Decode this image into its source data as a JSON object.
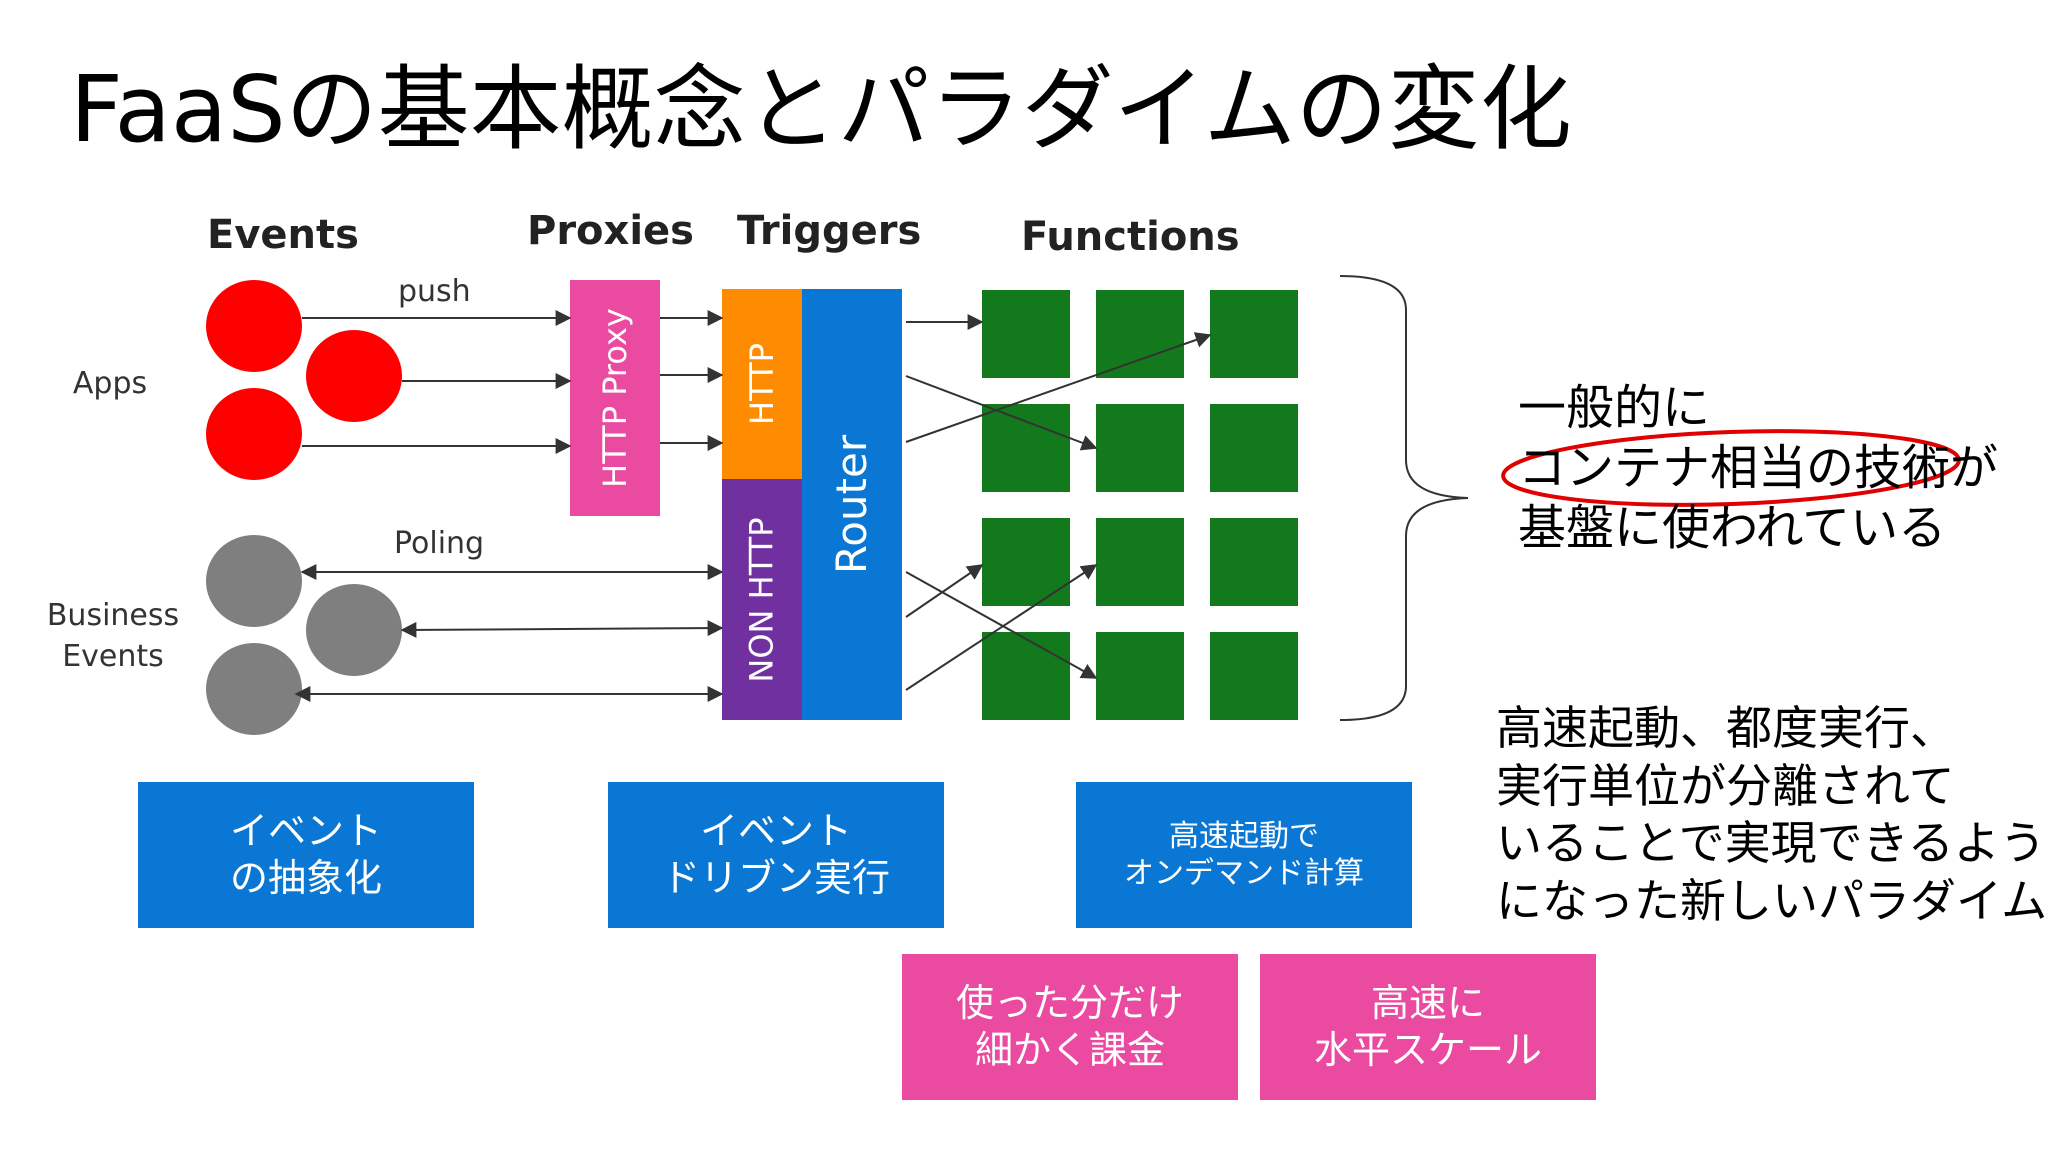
{
  "title": "FaaSの基本概念とパラダイムの変化",
  "columns": {
    "events": "Events",
    "proxies": "Proxies",
    "triggers": "Triggers",
    "functions": "Functions"
  },
  "rows": {
    "apps": "Apps",
    "business_events": "Business\nEvents"
  },
  "edge_labels": {
    "push": "push",
    "poling": "Poling"
  },
  "components": {
    "http_proxy": "HTTP Proxy",
    "http": "HTTP",
    "non_http": "NON HTTP",
    "router": "Router"
  },
  "notes": {
    "container": "一般的に\nコンテナ相当の技術が\n基盤に使われている",
    "paradigm": "高速起動、都度実行、\n実行単位が分離されて\nいることで実現できるよう\nになった新しいパラダイム"
  },
  "features": {
    "event_abstraction": "イベント\nの抽象化",
    "event_driven": "イベント\nドリブン実行",
    "on_demand": "高速起動で\nオンデマンド計算",
    "billing": "使った分だけ\n細かく課金",
    "scale": "高速に\n水平スケール"
  },
  "colors": {
    "apps_event": "#ff0000",
    "business_event": "#7f7f7f",
    "proxy": "#ea4aa0",
    "http_trigger": "#ff8c00",
    "non_http_trigger": "#7030a0",
    "router": "#0a77d4",
    "function": "#127a1c",
    "feature_blue": "#0a77d4",
    "feature_pink": "#ea4aa0",
    "highlight_ellipse": "#e00000"
  }
}
